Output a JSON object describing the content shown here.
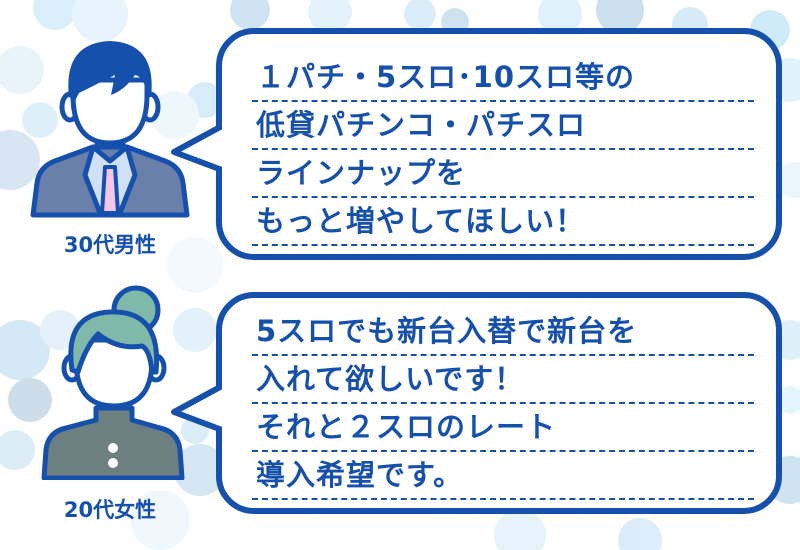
{
  "colors": {
    "accent": "#1650ad",
    "suit": "#6a80aa",
    "shirt": "#cfe0f7",
    "tie": "#f5c6e8",
    "hair_female": "#80b8aa",
    "jacket_female": "#6d7f80",
    "bubble_bg": "#ffffff"
  },
  "testimonials": [
    {
      "person": {
        "label": "30代男性",
        "avatar_icon": "businessman-avatar-icon"
      },
      "bubble": {
        "lines": [
          "１パチ・5スロ･10スロ等の",
          "低貸パチンコ・パチスロ",
          "ラインナップを",
          "もっと増やしてほしい！"
        ]
      }
    },
    {
      "person": {
        "label": "20代女性",
        "avatar_icon": "woman-avatar-icon"
      },
      "bubble": {
        "lines": [
          "5スロでも新台入替で新台を",
          "入れて欲しいです！",
          "それと２スロのレート",
          "導入希望です。"
        ]
      }
    }
  ]
}
